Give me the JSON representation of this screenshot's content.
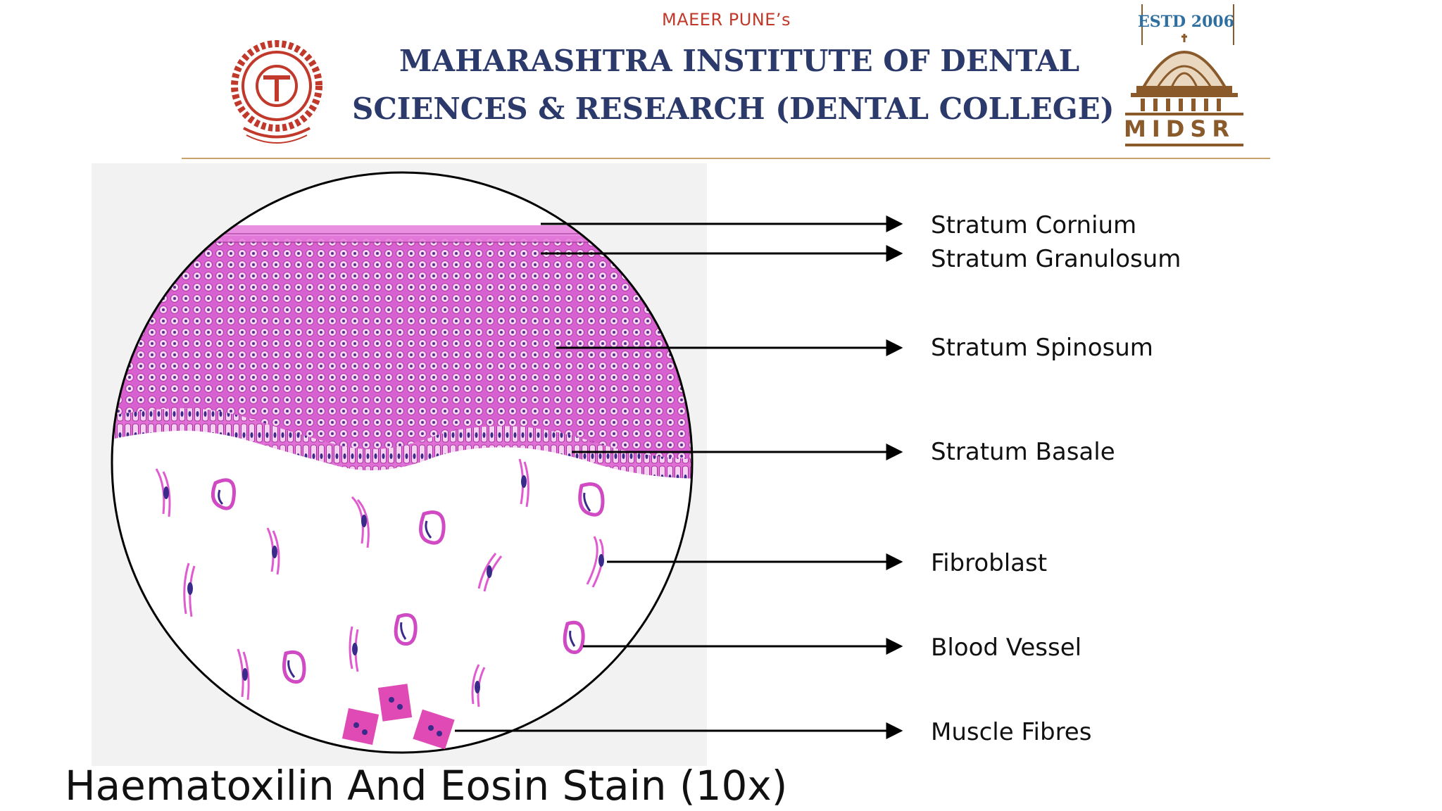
{
  "header": {
    "subtitle": "MAEER PUNE’s",
    "title_line1": "MAHARASHTRA INSTITUTE OF DENTAL",
    "title_line2": "SCIENCES & RESEARCH  (DENTAL COLLEGE)",
    "estd": "ESTD 2006",
    "logo_text": "MIDSR"
  },
  "labels": [
    "Stratum Cornium",
    "Stratum Granulosum",
    "Stratum Spinosum",
    "Stratum Basale",
    "Fibroblast",
    "Blood Vessel",
    "Muscle Fibres"
  ],
  "caption": "Haematoxilin And Eosin Stain (10x)",
  "colors": {
    "title_blue": "#2b3a6b",
    "subtitle_red": "#c0392b",
    "stain_pink": "#d45fc8",
    "nuclei_purple": "#4a2a8a",
    "gold": "#c8a26a"
  }
}
